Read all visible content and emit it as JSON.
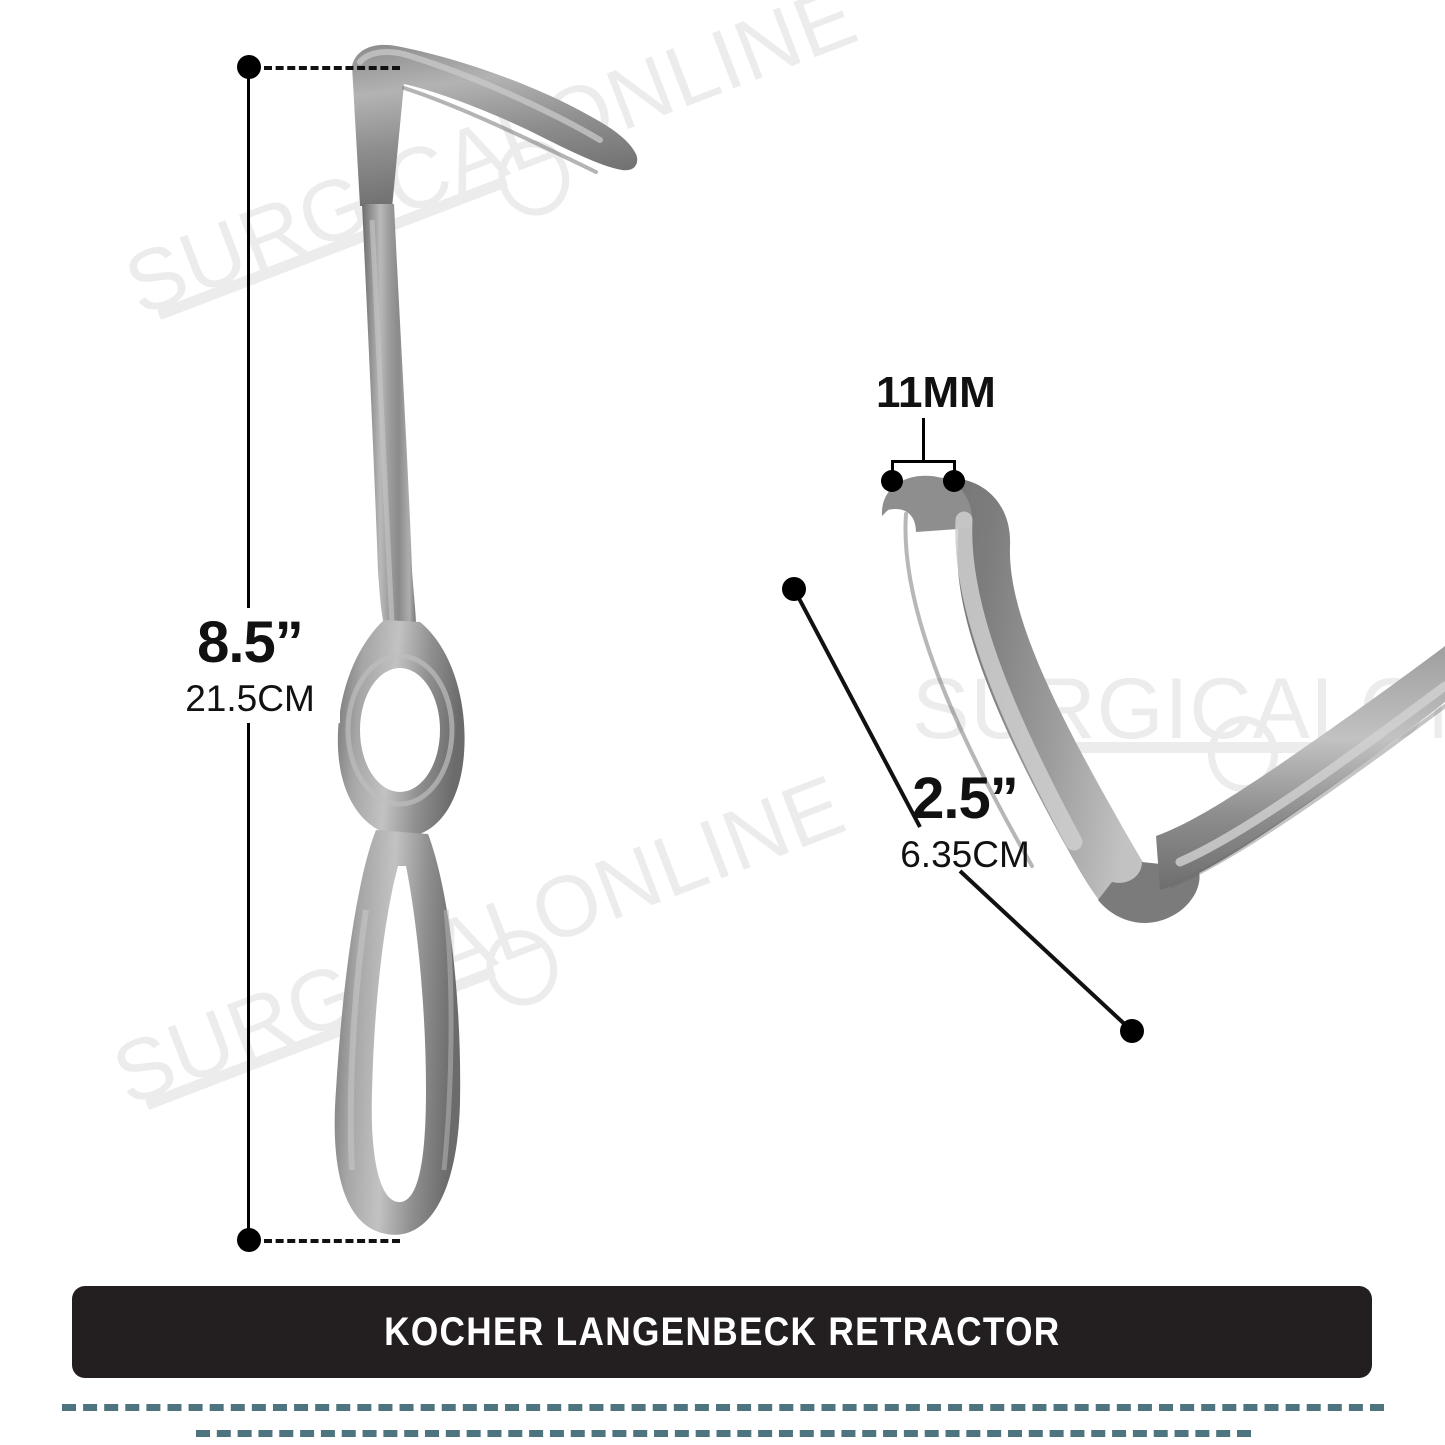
{
  "product": {
    "banner_label": "KOCHER LANGENBECK RETRACTOR"
  },
  "watermark": {
    "text": "SURGICALONLINE"
  },
  "dimensions": {
    "length": {
      "name": "overall-length",
      "imperial": "8.5”",
      "metric": "21.5CM"
    },
    "blade_length": {
      "name": "blade-length",
      "imperial": "2.5”",
      "metric": "6.35CM"
    },
    "blade_width": {
      "name": "blade-width",
      "value": "11MM"
    }
  },
  "colors": {
    "banner_background": "#231f20",
    "banner_text": "#ffffff",
    "annotation": "#111111",
    "rule": "#4e7480",
    "watermark": "#ececec",
    "metal_light": "#d8d8d8",
    "metal_mid": "#9a9a9a",
    "metal_dark": "#6f6f6f"
  }
}
